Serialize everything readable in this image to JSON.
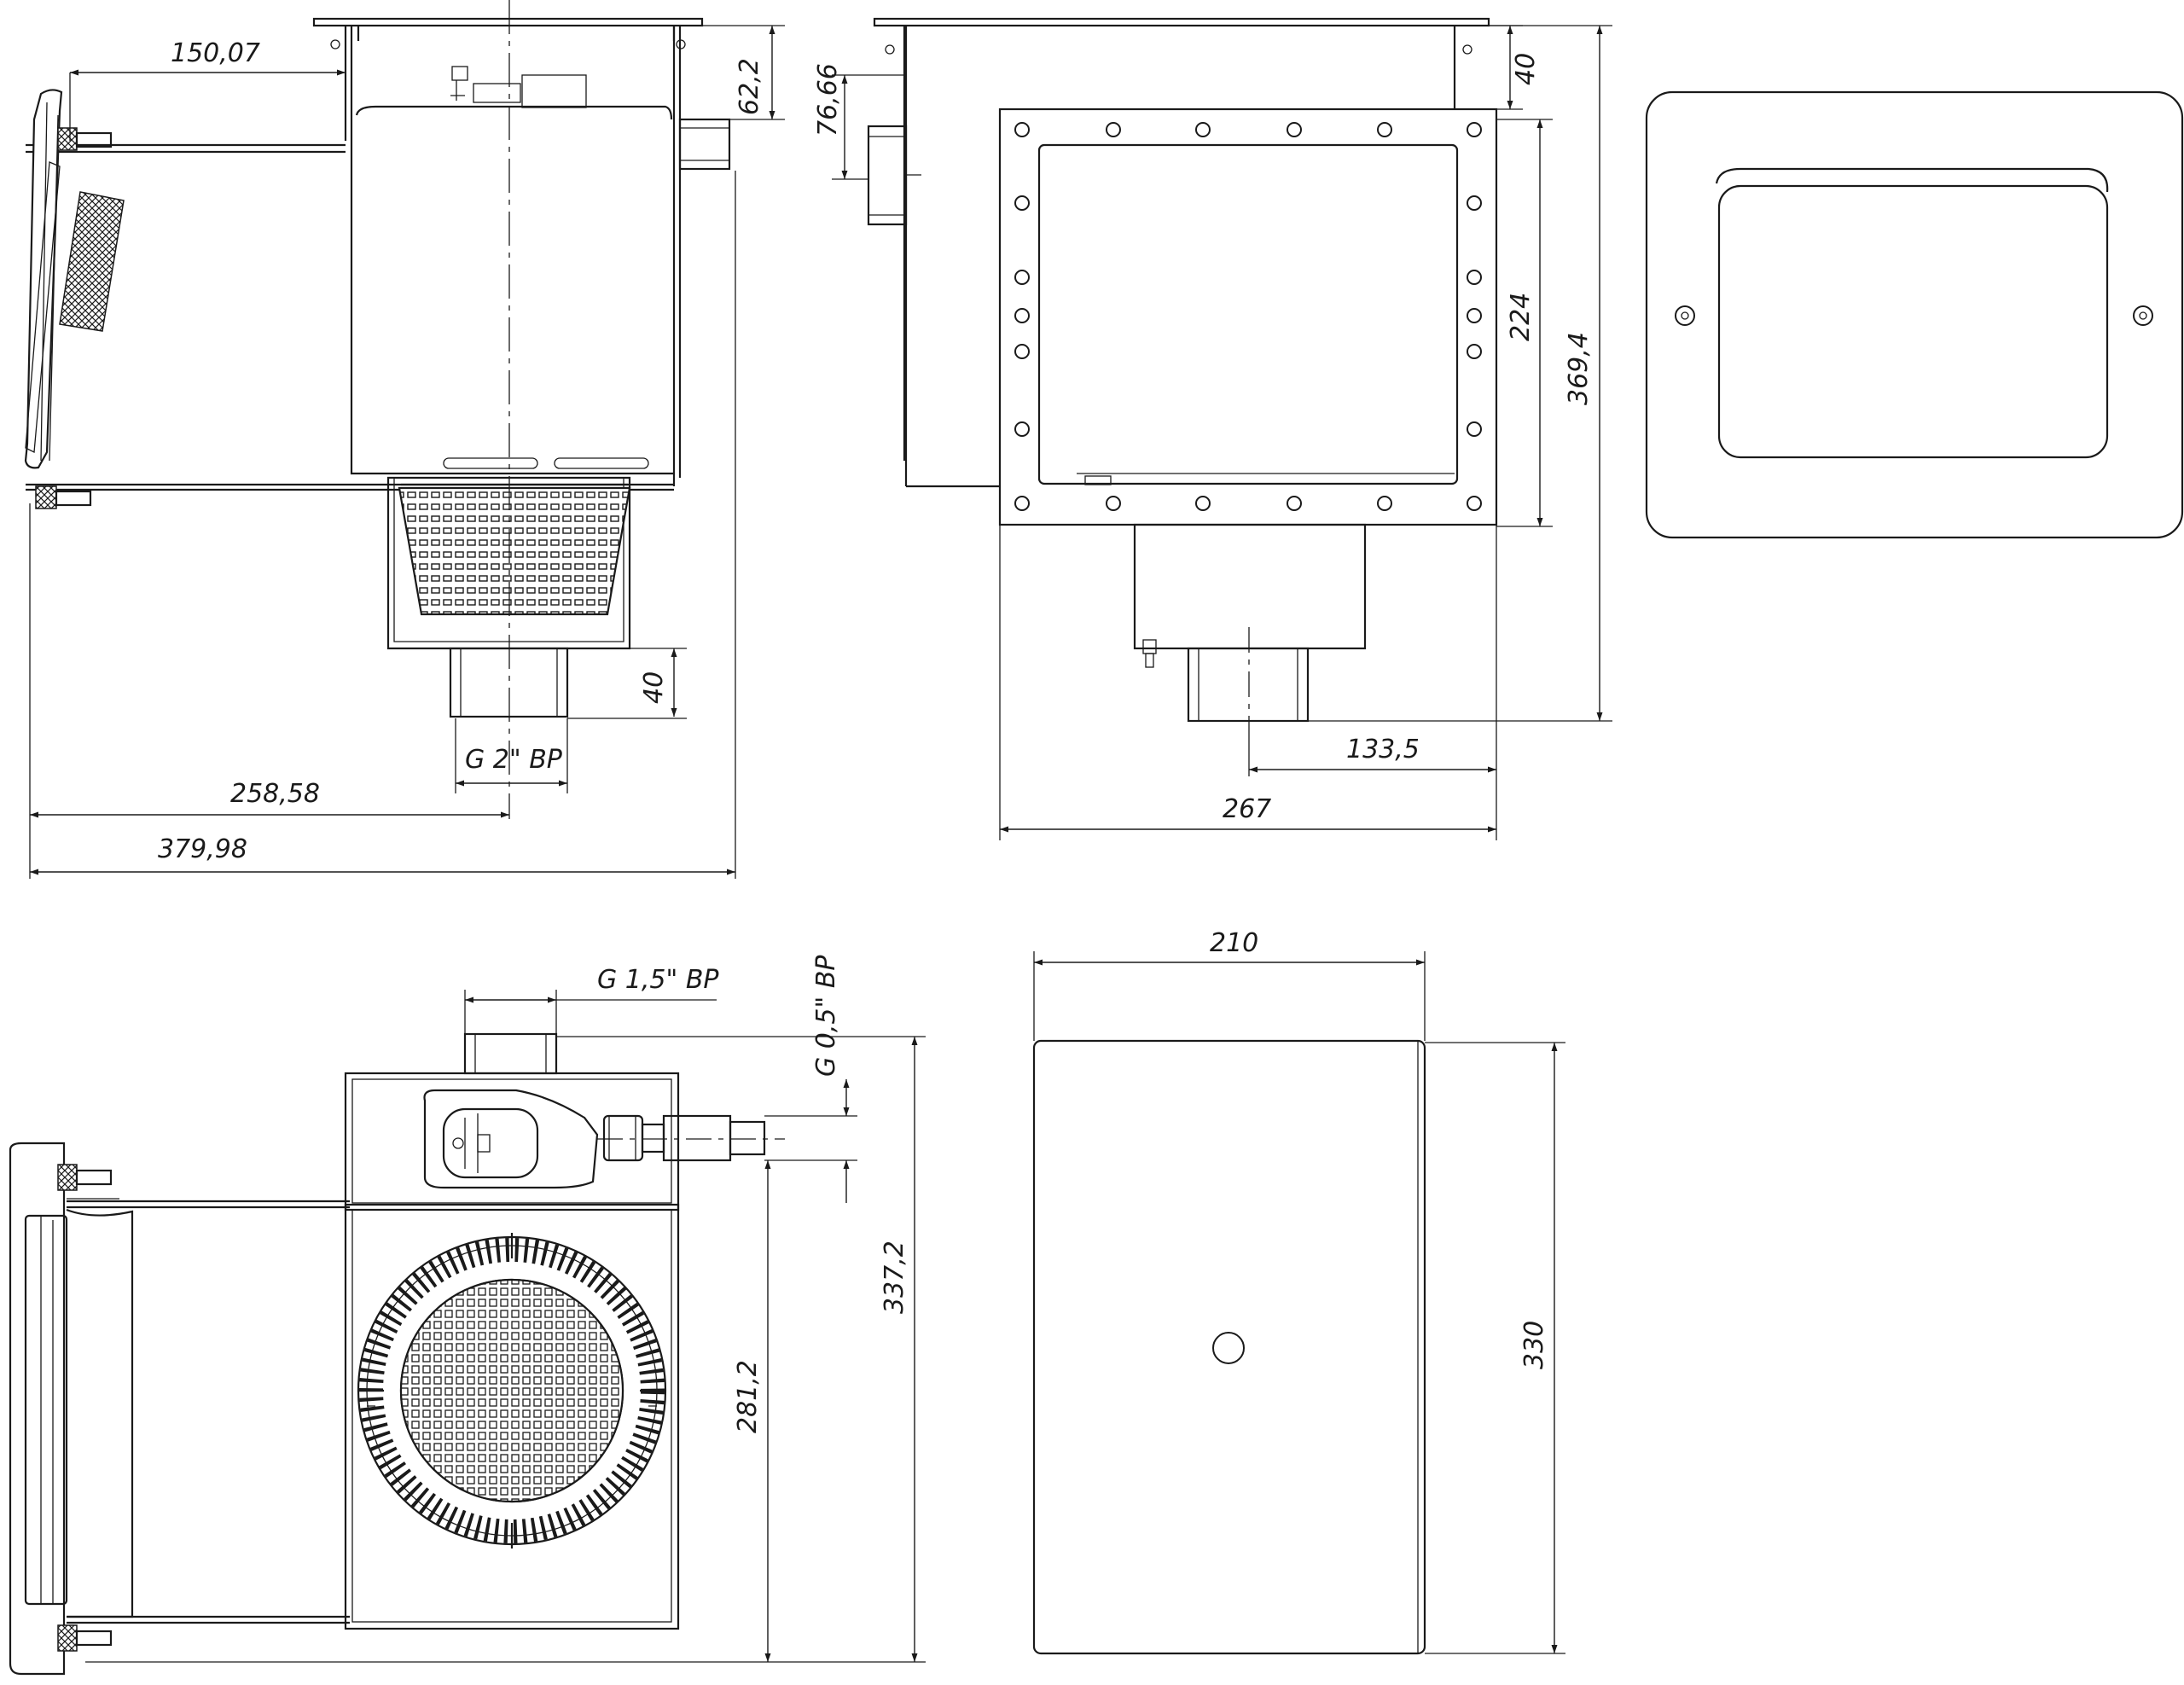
{
  "drawing": {
    "dimensions": {
      "d150_07": "150,07",
      "d62_2": "62,2",
      "d40_left": "40",
      "dG2": "G 2\" ВР",
      "d258_58": "258,58",
      "d379_98": "379,98",
      "d76_66": "76,66",
      "d40_top": "40",
      "d224": "224",
      "d369_4": "369,4",
      "d133_5": "133,5",
      "d267": "267",
      "dG15": "G 1,5\" ВР",
      "dG05": "G 0,5\" ВР",
      "d337_2": "337,2",
      "d281_2": "281,2",
      "d210": "210",
      "d330": "330"
    }
  }
}
